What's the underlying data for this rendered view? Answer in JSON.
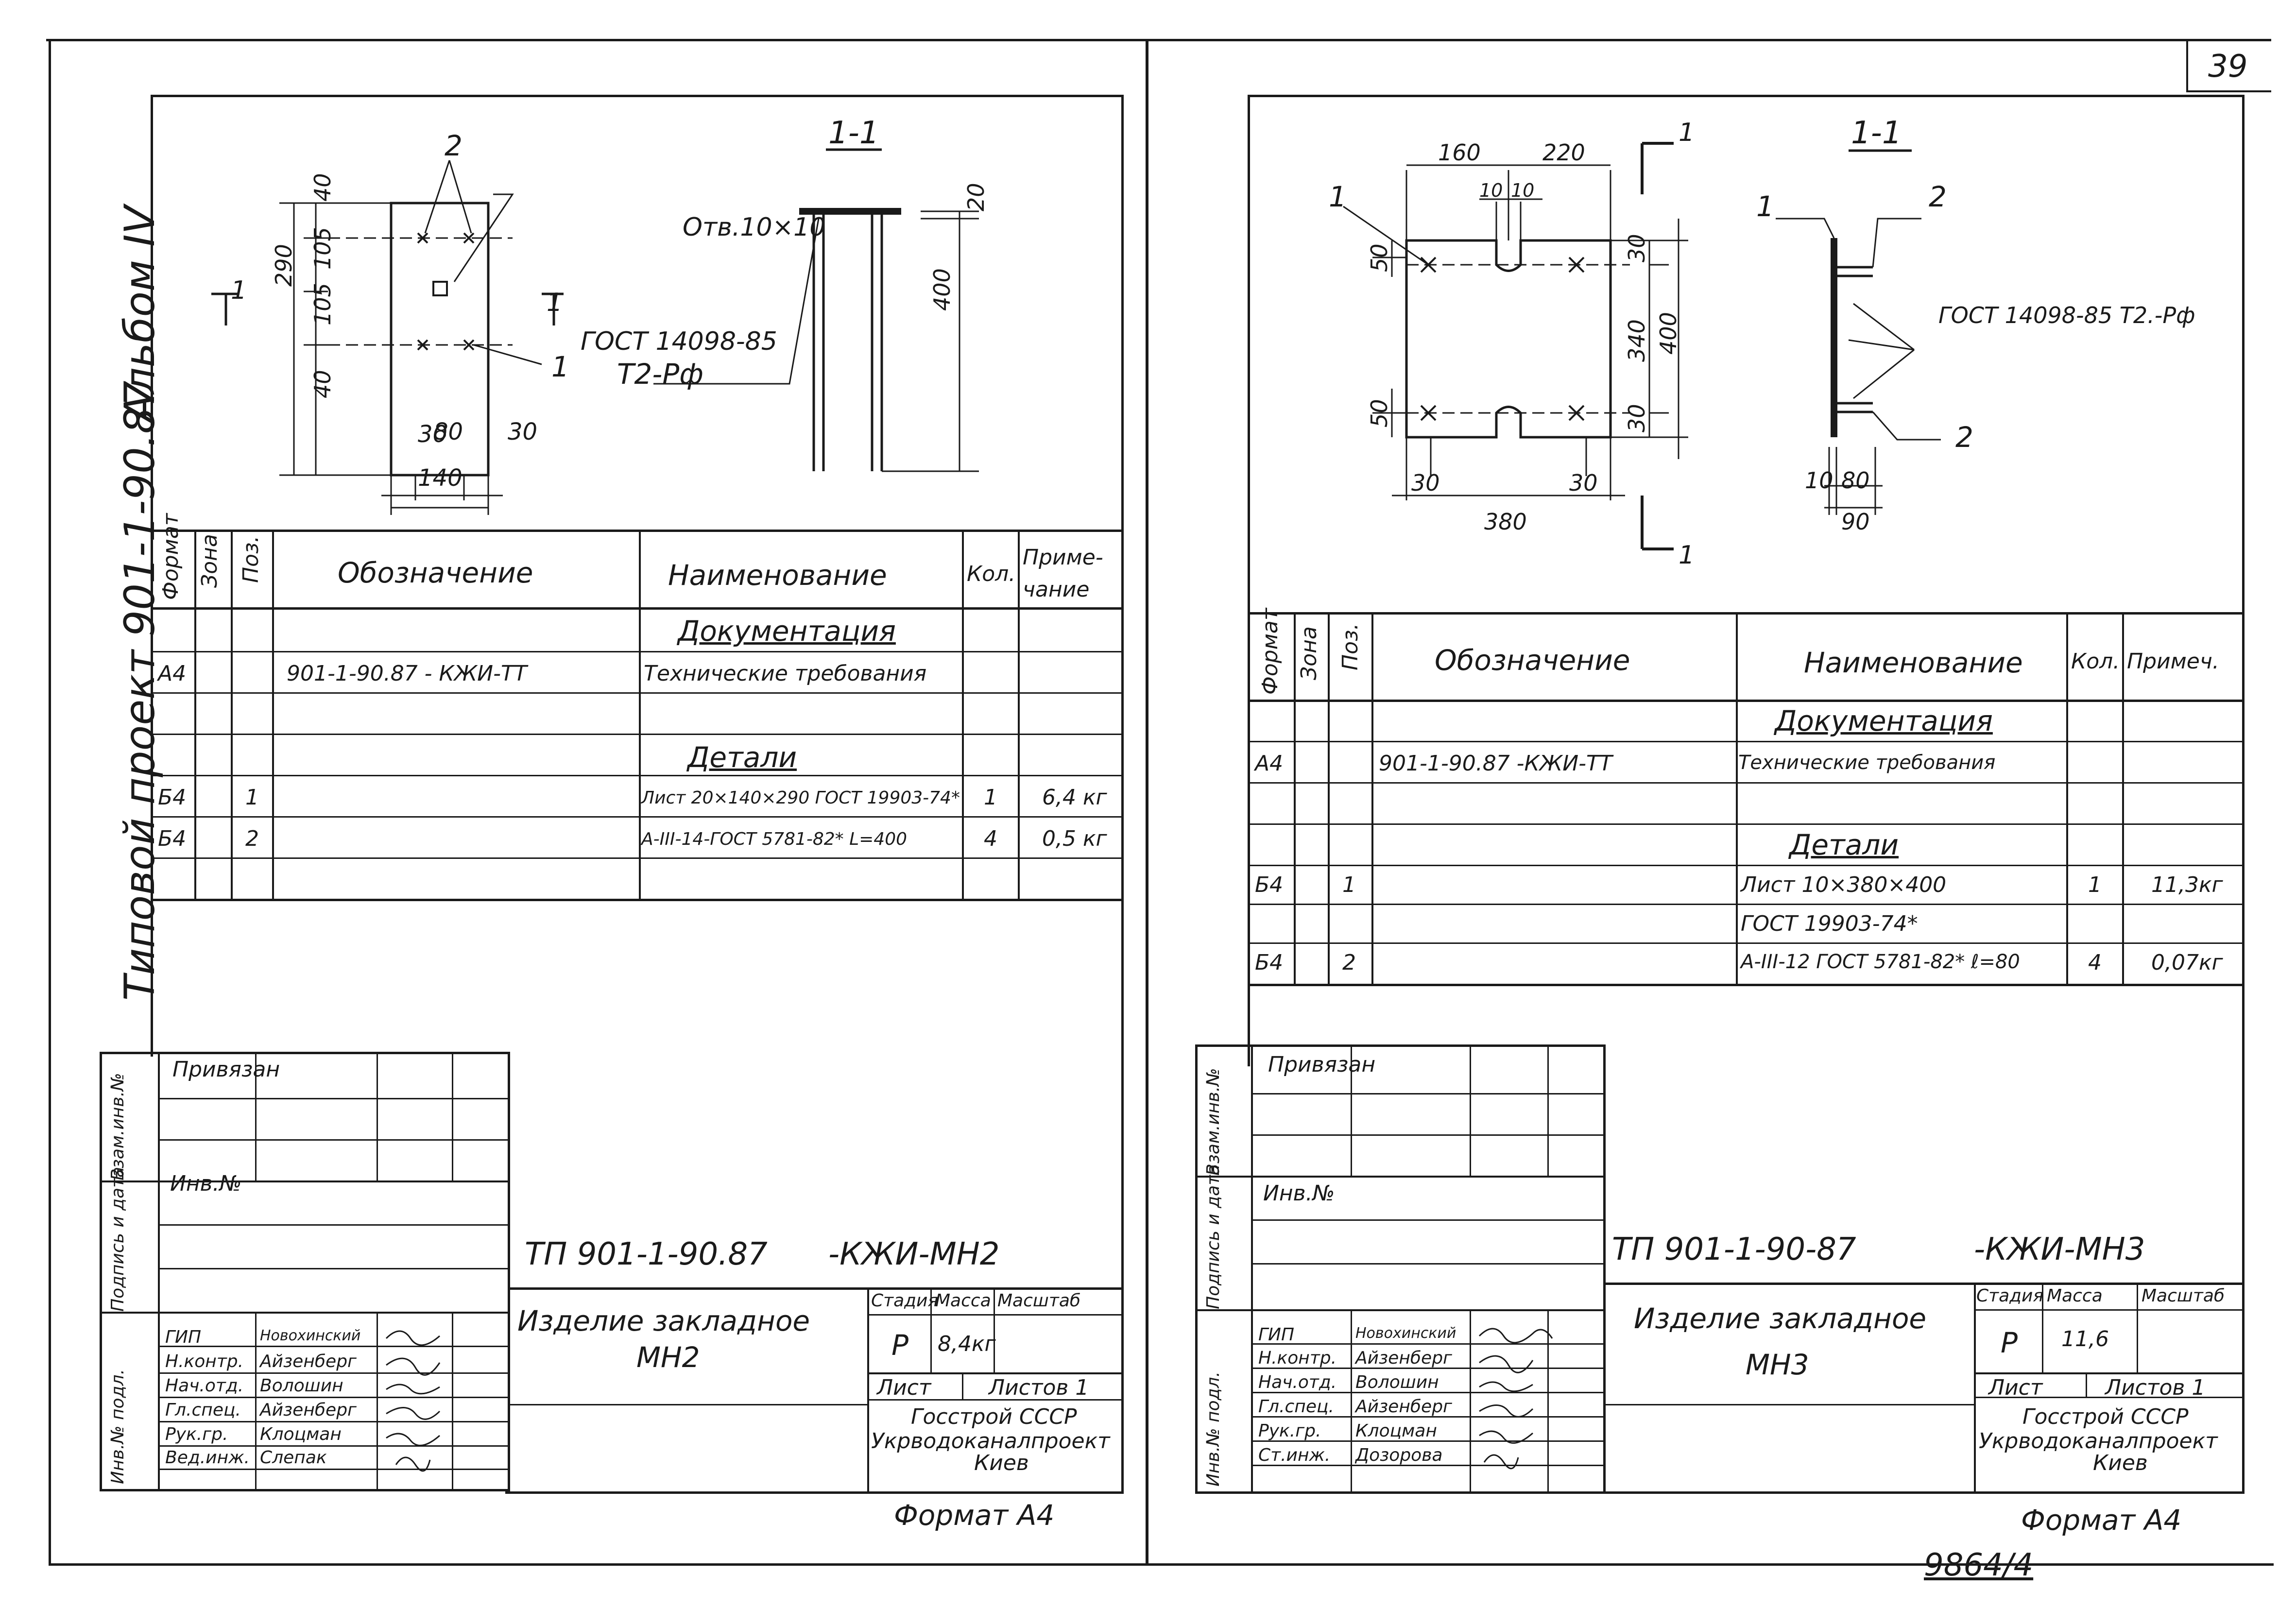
{
  "page": {
    "sheet_number": "39",
    "album_vertical": "Альбом IV",
    "project_vertical": "Типовой проект 901-1-90.87",
    "bottom_number": "9864/4"
  },
  "sheets": [
    {
      "section_title": "1-1",
      "drawing": {
        "dims_left": [
          "40",
          "105",
          "105",
          "40"
        ],
        "dim_total": "290",
        "dims_bottom": [
          "30",
          "80",
          "30"
        ],
        "dim_width": "140",
        "pos1": "1",
        "pos2": "2",
        "hole_label": "Отв.10×10",
        "section_mark": "1",
        "gost_line1": "ГОСТ 14098-85",
        "gost_line2": "Т2-Рф",
        "side_dim_top": "20",
        "side_dim_height": "400"
      },
      "spec_table": {
        "headers": [
          "Формат",
          "Зона",
          "Поз.",
          "Обозначение",
          "Наименование",
          "Кол.",
          "Приме-чание"
        ],
        "section_docs": "Документация",
        "section_details": "Детали",
        "rows": [
          {
            "format": "А4",
            "zone": "",
            "pos": "",
            "designation": "901-1-90.87 - КЖИ-ТТ",
            "name": "Технические требования",
            "qty": "",
            "note": ""
          },
          {
            "format": "Б4",
            "zone": "",
            "pos": "1",
            "designation": "",
            "name": "Лист 20×140×290 ГОСТ 19903-74*",
            "qty": "1",
            "note": "6,4 кг"
          },
          {
            "format": "Б4",
            "zone": "",
            "pos": "2",
            "designation": "",
            "name": "А-III-14-ГОСТ 5781-82* L=400",
            "qty": "4",
            "note": "0,5 кг"
          }
        ]
      },
      "left_stamp": {
        "privyazan": "Привязан",
        "inv_no": "Инв.№",
        "side_labels": [
          "Взам.инв.№",
          "Подпись и дата",
          "Инв.№ подл."
        ]
      },
      "title_block": {
        "code": "ТП 901-1-90.87",
        "code_suffix": "-КЖИ-МН2",
        "item_line1": "Изделие закладное",
        "item_line2": "МН2",
        "stage_label": "Стадия",
        "mass_label": "Масса",
        "scale_label": "Масштаб",
        "stage": "Р",
        "mass": "8,4кг",
        "sheet_label": "Лист",
        "sheets_label": "Листов 1",
        "org1": "Госстрой СССР",
        "org2": "Укрводоканалпроект",
        "org3": "Киев",
        "staff": [
          {
            "role": "ГИП",
            "name": "Новохинский"
          },
          {
            "role": "Н.контр.",
            "name": "Айзенберг"
          },
          {
            "role": "Нач.отд.",
            "name": "Волошин"
          },
          {
            "role": "Гл.спец.",
            "name": "Айзенберг"
          },
          {
            "role": "Рук.гр.",
            "name": "Клоцман"
          },
          {
            "role": "Вед.инж.",
            "name": "Слепак"
          }
        ]
      },
      "format_label": "Формат А4"
    },
    {
      "section_title": "1-1",
      "drawing": {
        "dims_top": [
          "160",
          "220"
        ],
        "dims_slot": [
          "10",
          "10"
        ],
        "dims_left": [
          "50",
          "50"
        ],
        "dims_right": [
          "30",
          "340",
          "30"
        ],
        "dim_height": "400",
        "dims_bottom": [
          "30",
          "30"
        ],
        "dim_width": "380",
        "pos1": "1",
        "pos2": "2",
        "section_mark": "1",
        "gost": "ГОСТ 14098-85 Т2.-Рф",
        "side_dims": [
          "10",
          "80",
          "90"
        ]
      },
      "spec_table": {
        "headers": [
          "Формат",
          "Зона",
          "Поз.",
          "Обозначение",
          "Наименование",
          "Кол.",
          "Примеч."
        ],
        "section_docs": "Документация",
        "section_details": "Детали",
        "rows": [
          {
            "format": "А4",
            "zone": "",
            "pos": "",
            "designation": "901-1-90.87 -КЖИ-ТТ",
            "name": "Технические требования",
            "qty": "",
            "note": ""
          },
          {
            "format": "Б4",
            "zone": "",
            "pos": "1",
            "designation": "",
            "name": "Лист 10×380×400",
            "qty": "1",
            "note": "11,3кг"
          },
          {
            "format": "",
            "zone": "",
            "pos": "",
            "designation": "",
            "name": "ГОСТ 19903-74*",
            "qty": "",
            "note": ""
          },
          {
            "format": "Б4",
            "zone": "",
            "pos": "2",
            "designation": "",
            "name": "А-III-12 ГОСТ 5781-82* ℓ=80",
            "qty": "4",
            "note": "0,07кг"
          }
        ]
      },
      "left_stamp": {
        "privyazan": "Привязан",
        "inv_no": "Инв.№",
        "side_labels": [
          "Взам.инв.№",
          "Подпись и дата",
          "Инв.№ подл."
        ]
      },
      "title_block": {
        "code": "ТП 901-1-90-87",
        "code_suffix": "-КЖИ-МН3",
        "item_line1": "Изделие закладное",
        "item_line2": "МН3",
        "stage_label": "Стадия",
        "mass_label": "Масса",
        "scale_label": "Масштаб",
        "stage": "Р",
        "mass": "11,6",
        "sheet_label": "Лист",
        "sheets_label": "Листов 1",
        "org1": "Госстрой СССР",
        "org2": "Укрводоканалпроект",
        "org3": "Киев",
        "staff": [
          {
            "role": "ГИП",
            "name": "Новохинский"
          },
          {
            "role": "Н.контр.",
            "name": "Айзенберг"
          },
          {
            "role": "Нач.отд.",
            "name": "Волошин"
          },
          {
            "role": "Гл.спец.",
            "name": "Айзенберг"
          },
          {
            "role": "Рук.гр.",
            "name": "Клоцман"
          },
          {
            "role": "Ст.инж.",
            "name": "Дозорова"
          }
        ]
      },
      "format_label": "Формат А4"
    }
  ]
}
